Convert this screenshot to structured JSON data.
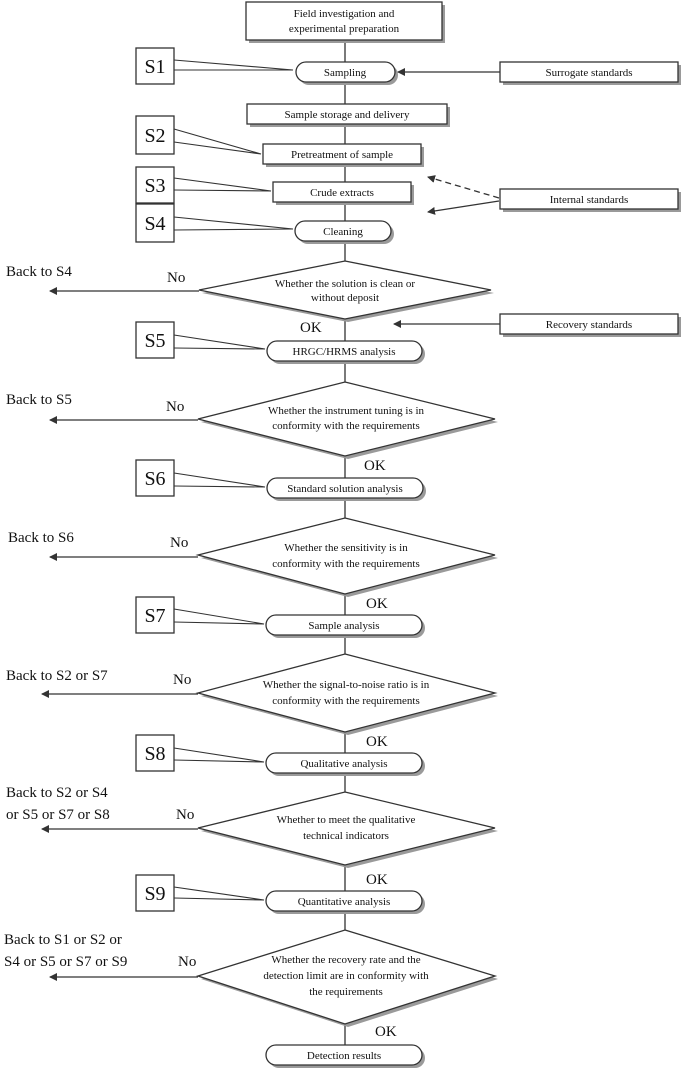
{
  "nodes": {
    "field_investigation": [
      "Field investigation and",
      "experimental preparation"
    ],
    "sampling": "Sampling",
    "sample_storage": "Sample storage and delivery",
    "pretreatment": "Pretreatment of sample",
    "crude_extracts": "Crude extracts",
    "cleaning": "Cleaning",
    "hrgc_hrms": "HRGC/HRMS analysis",
    "standard_solution": "Standard solution analysis",
    "sample_analysis": "Sample analysis",
    "qualitative_analysis": "Qualitative analysis",
    "quantitative_analysis": "Quantitative analysis",
    "detection_results": "Detection results"
  },
  "decisions": {
    "d1": [
      "Whether the solution is clean or",
      "without deposit"
    ],
    "d2": [
      "Whether the instrument tuning is in",
      "conformity with the requirements"
    ],
    "d3": [
      "Whether the sensitivity is in",
      "conformity with the requirements"
    ],
    "d4": [
      "Whether the signal-to-noise ratio is in",
      "conformity with the requirements"
    ],
    "d5": [
      "Whether to meet the qualitative",
      "technical indicators"
    ],
    "d6": [
      "Whether the recovery rate and the",
      "detection limit are in conformity with",
      "the requirements"
    ]
  },
  "standards": {
    "surrogate": "Surrogate standards",
    "internal": "Internal standards",
    "recovery": "Recovery standards"
  },
  "steps": [
    "S1",
    "S2",
    "S3",
    "S4",
    "S5",
    "S6",
    "S7",
    "S8",
    "S9"
  ],
  "branch_labels": {
    "ok": "OK",
    "no": "No"
  },
  "back_labels": {
    "b1": [
      "Back to S4"
    ],
    "b2": [
      "Back to S5"
    ],
    "b3": [
      "Back to S6"
    ],
    "b4": [
      "Back to S2 or S7"
    ],
    "b5": [
      "Back to S2 or S4",
      "or S5 or S7 or S8"
    ],
    "b6": [
      "Back to S1 or S2 or",
      "S4 or S5 or S7 or S9"
    ]
  },
  "colors": {
    "line": "#333333",
    "shadow": "#9a9a9a",
    "fill": "#ffffff"
  }
}
